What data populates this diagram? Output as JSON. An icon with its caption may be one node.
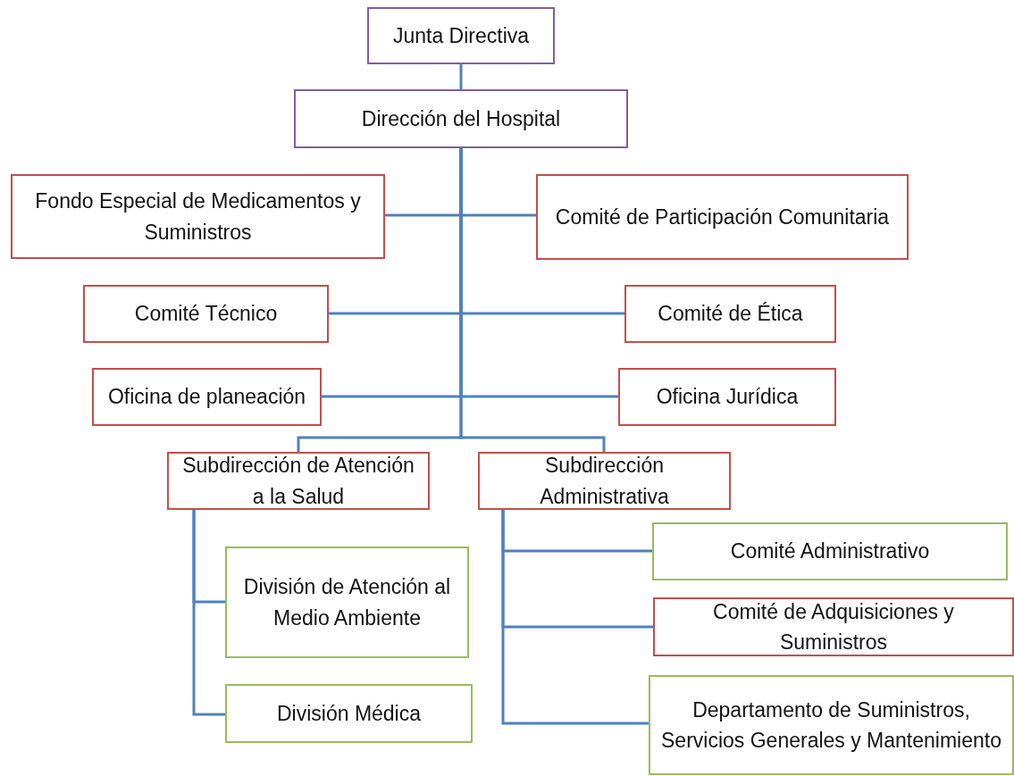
{
  "diagram": {
    "nodes": [
      {
        "text": [
          "Junta Directiva"
        ]
      },
      {
        "text": [
          "Dirección del Hospital"
        ]
      },
      {
        "text": [
          "Fondo Especial de Medicamentos y Suministros"
        ]
      },
      {
        "text": [
          "Comité de Participación Comunitaria"
        ]
      },
      {
        "text": [
          "Comité Técnico"
        ]
      },
      {
        "text": [
          "Comité de Ética"
        ]
      },
      {
        "text": [
          "Oficina de planeación"
        ]
      },
      {
        "text": [
          "Oficina Jurídica"
        ]
      },
      {
        "text": [
          "Subdirección de Atención a la Salud"
        ]
      },
      {
        "text": [
          "Subdirección Administrativa"
        ]
      },
      {
        "text": [
          "División de Atención al Medio Ambiente"
        ]
      },
      {
        "text": [
          "División Médica"
        ]
      },
      {
        "text": [
          "Comité Administrativo"
        ]
      },
      {
        "text": [
          "Comité de Adquisiciones y Suministros"
        ]
      },
      {
        "text": [
          "Departamento de Suministros, Servicios Generales y Mantenimiento"
        ]
      }
    ],
    "edges": [
      {
        "from": 0,
        "to": 1,
        "arrow": "none"
      },
      {
        "from": 1,
        "to": 2,
        "arrow": "none"
      },
      {
        "from": 1,
        "to": 3,
        "arrow": "none"
      },
      {
        "from": 1,
        "to": 4,
        "arrow": "none"
      },
      {
        "from": 1,
        "to": 5,
        "arrow": "none"
      },
      {
        "from": 1,
        "to": 6,
        "arrow": "none"
      },
      {
        "from": 1,
        "to": 7,
        "arrow": "none"
      },
      {
        "from": 1,
        "to": 8,
        "arrow": "none"
      },
      {
        "from": 1,
        "to": 9,
        "arrow": "none"
      },
      {
        "from": 8,
        "to": 10,
        "arrow": "none"
      },
      {
        "from": 8,
        "to": 11,
        "arrow": "none"
      },
      {
        "from": 9,
        "to": 12,
        "arrow": "none"
      },
      {
        "from": 9,
        "to": 13,
        "arrow": "none"
      },
      {
        "from": 9,
        "to": 14,
        "arrow": "none"
      }
    ]
  }
}
